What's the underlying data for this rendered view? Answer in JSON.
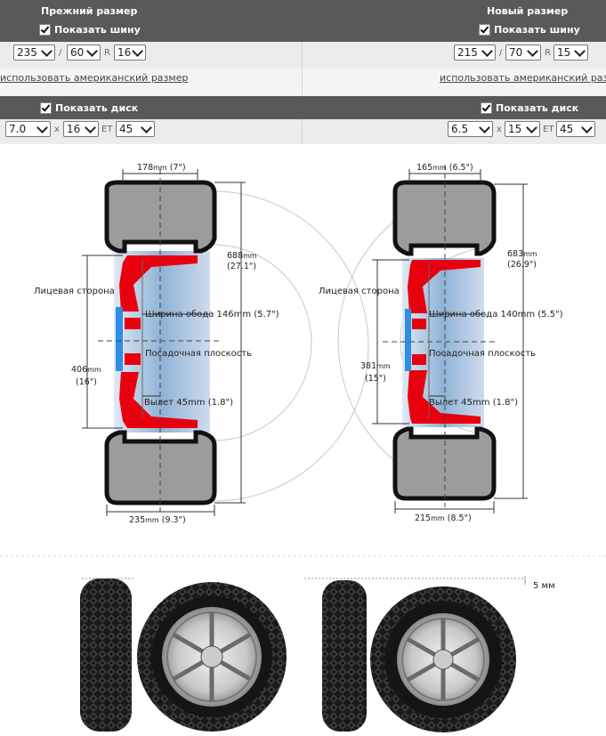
{
  "old": {
    "header": "Прежний размер",
    "show_tire": "Показать шину",
    "show_wheel": "Показать диск",
    "tire": {
      "width": "235",
      "profile": "60",
      "r_label": "R",
      "rim": "16"
    },
    "wheel": {
      "width": "7.0",
      "x_label": "x",
      "diameter": "16",
      "et_label": "ET",
      "et": "45"
    },
    "american_link": "использовать американский размер",
    "diagram": {
      "top_value": "178",
      "top_unit": "mm",
      "top_in": "(7\")",
      "height_value": "688",
      "height_unit": "mm",
      "height_in": "(27.1\")",
      "face_label": "Лицевая сторона",
      "rim_width_label": "Ширина обода 146mm (5.7\")",
      "mount_label": "Посадочная плоскость",
      "offset_label": "Вылет 45mm (1.8\")",
      "rim_value": "406",
      "rim_unit": "mm",
      "rim_in": "(16\")",
      "bottom_value": "235",
      "bottom_unit": "mm",
      "bottom_in": "(9.3\")"
    }
  },
  "new": {
    "header": "Новый размер",
    "show_tire": "Показать шину",
    "show_wheel": "Показать диск",
    "tire": {
      "width": "215",
      "profile": "70",
      "r_label": "R",
      "rim": "15"
    },
    "wheel": {
      "width": "6.5",
      "x_label": "x",
      "diameter": "15",
      "et_label": "ET",
      "et": "45"
    },
    "american_link": "использовать американский размер",
    "diagram": {
      "top_value": "165",
      "top_unit": "mm",
      "top_in": "(6.5\")",
      "height_value": "683",
      "height_unit": "mm",
      "height_in": "(26.9\")",
      "face_label": "Лицевая сторона",
      "rim_width_label": "Ширина обода  140mm (5.5\")",
      "mount_label": "Посадочная плоскость",
      "offset_label": "Вылет 45mm (1.8\")",
      "rim_value": "381",
      "rim_unit": "mm",
      "rim_in": "(15\")",
      "bottom_value": "215",
      "bottom_unit": "mm",
      "bottom_in": "(8.5\")"
    }
  },
  "separator": "/",
  "difference_label": "5 мм",
  "colors": {
    "header": "#595959",
    "row": "#ececec",
    "rim": "#e8000f",
    "tire": "#222222"
  }
}
